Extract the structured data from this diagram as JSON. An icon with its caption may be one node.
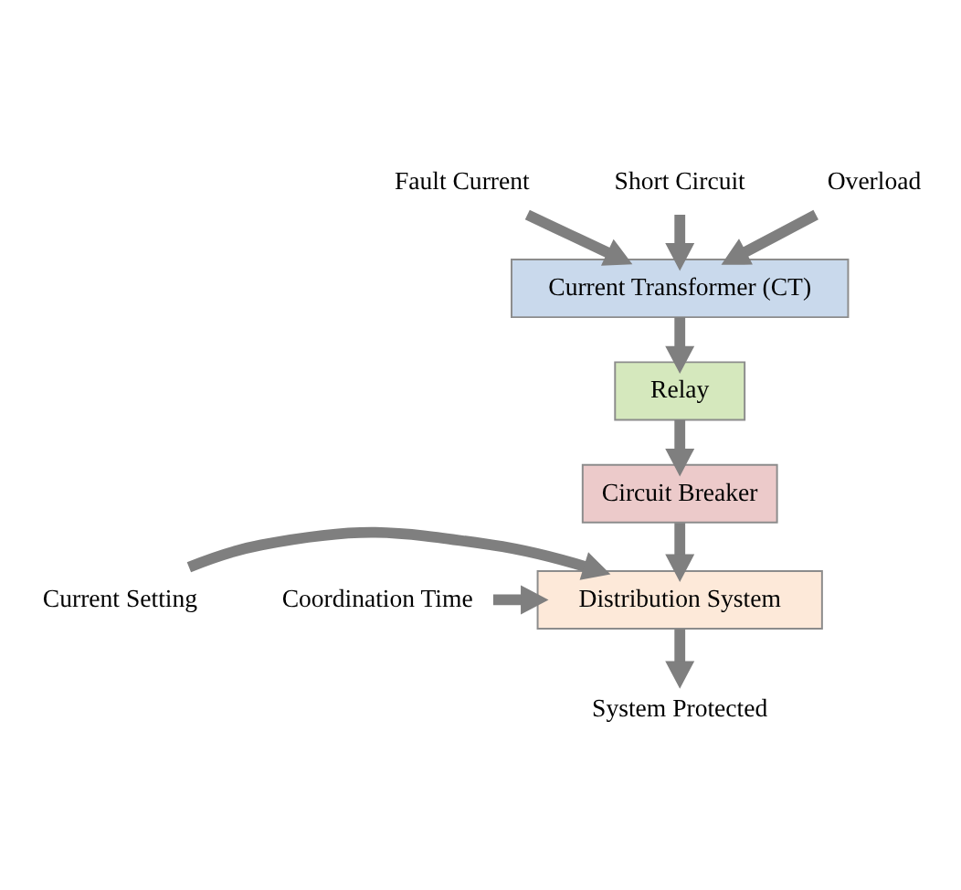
{
  "diagram": {
    "nodes": [
      {
        "text": [
          "Fault Current"
        ]
      },
      {
        "text": [
          "Short Circuit"
        ]
      },
      {
        "text": [
          "Overload"
        ]
      },
      {
        "text": [
          "Current Transformer (CT)"
        ]
      },
      {
        "text": [
          "Relay"
        ]
      },
      {
        "text": [
          "Circuit Breaker"
        ]
      },
      {
        "text": [
          "Current Setting"
        ]
      },
      {
        "text": [
          "Distribution System"
        ]
      },
      {
        "text": [
          "Coordination Time"
        ]
      },
      {
        "text": [
          "System Protected"
        ]
      }
    ],
    "edges": [
      {
        "from": 0,
        "to": 3,
        "arrow": "to"
      },
      {
        "from": 1,
        "to": 3,
        "arrow": "to"
      },
      {
        "from": 2,
        "to": 3,
        "arrow": "to"
      },
      {
        "from": 3,
        "to": 4,
        "arrow": "to"
      },
      {
        "from": 4,
        "to": 5,
        "arrow": "to"
      },
      {
        "from": 5,
        "to": 7,
        "arrow": "to"
      },
      {
        "from": 6,
        "to": 7,
        "arrow": "to"
      },
      {
        "from": 8,
        "to": 7,
        "arrow": "to"
      },
      {
        "from": 7,
        "to": 9,
        "arrow": "to"
      }
    ]
  }
}
